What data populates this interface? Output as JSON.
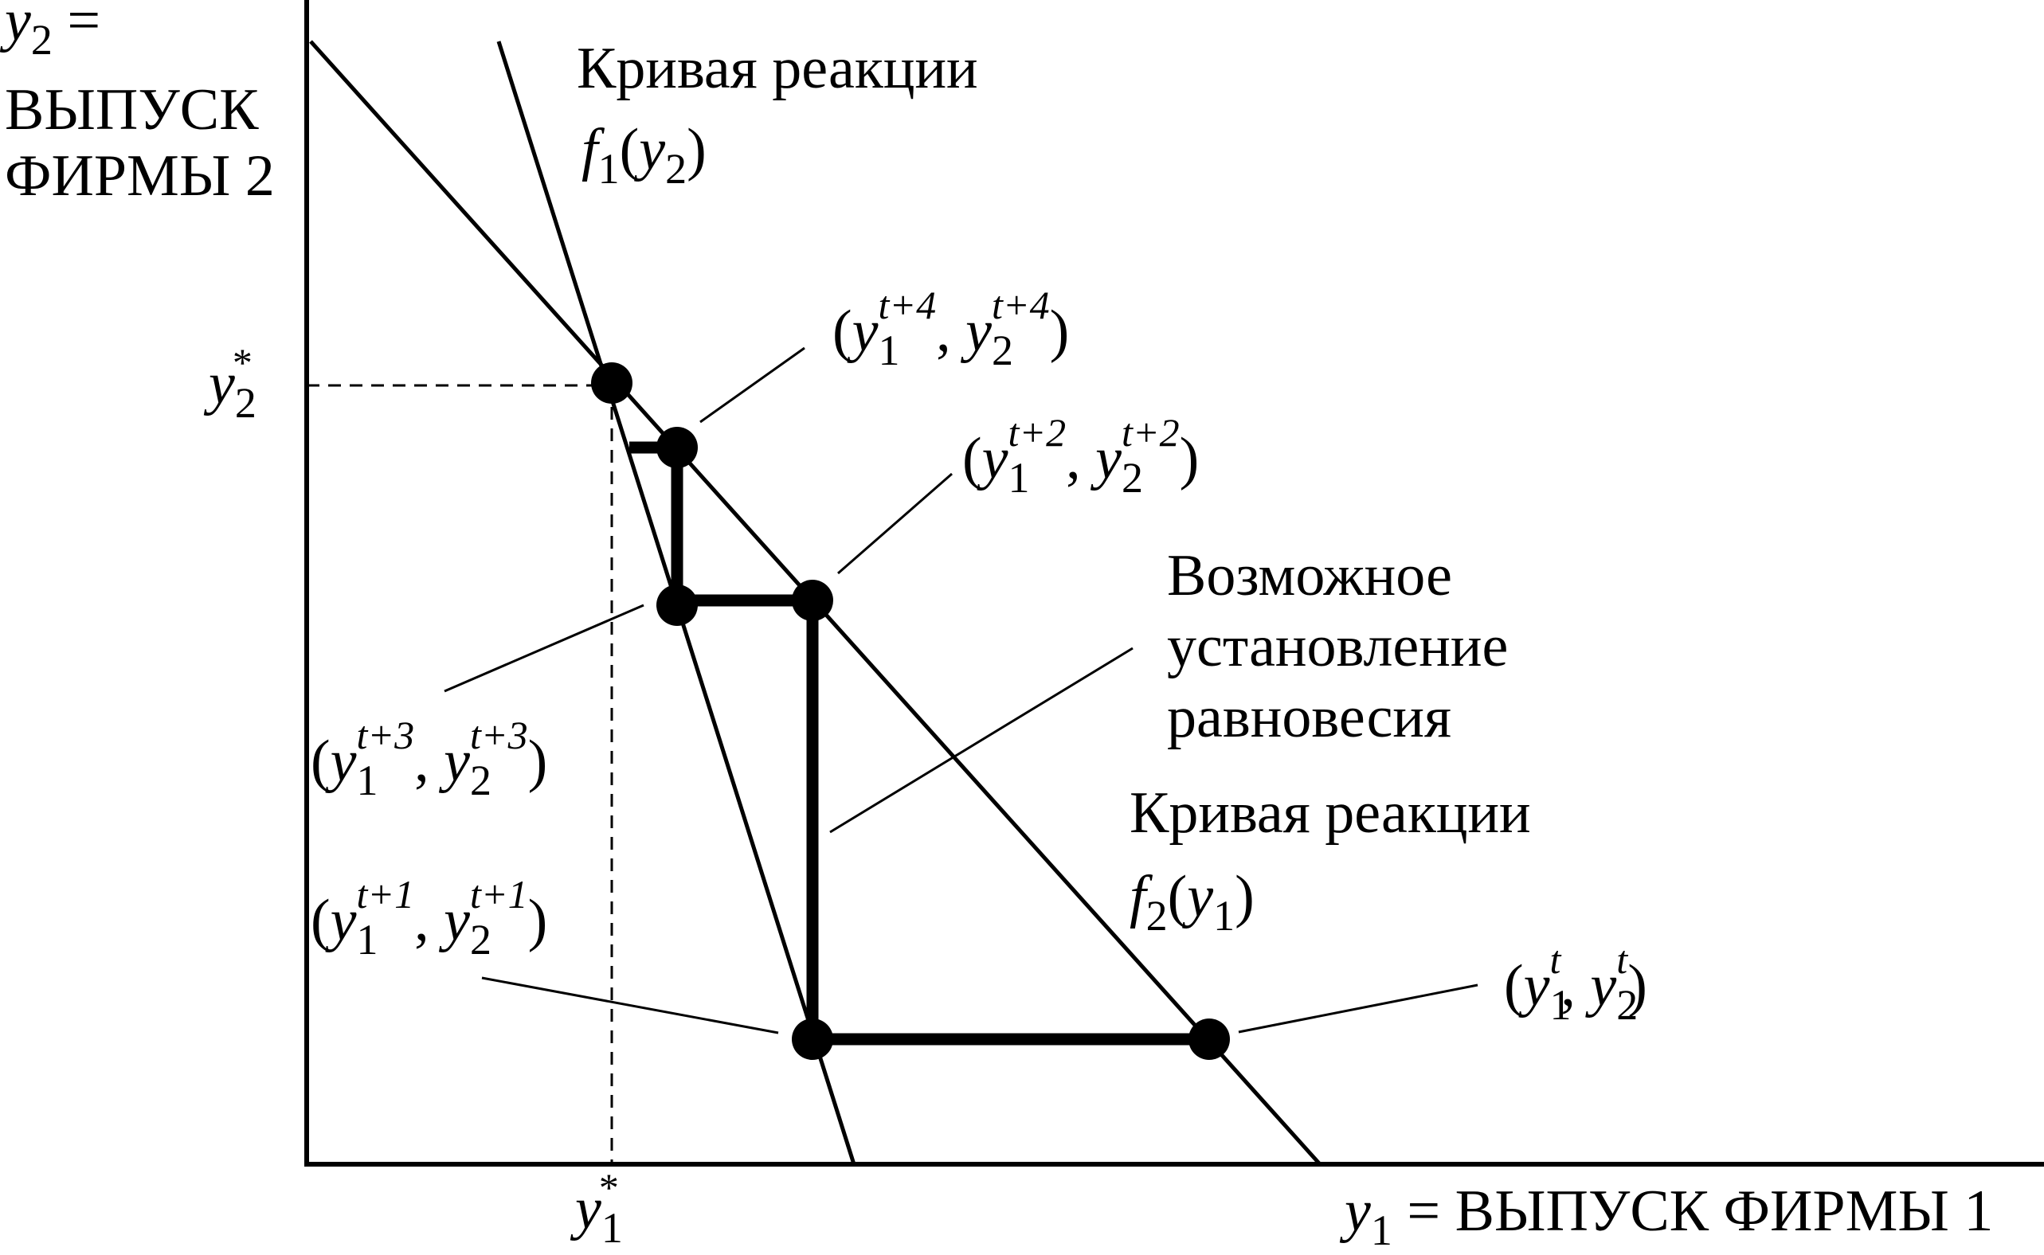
{
  "axes": {
    "y_axis_label": {
      "var": "y",
      "sub": "2",
      "eq": " =",
      "line2": "ВЫПУСК",
      "line3": "ФИРМЫ 2"
    },
    "x_axis_label": {
      "var": "y",
      "sub": "1",
      "text": " = ВЫПУСК ФИРМЫ 1"
    },
    "y_star": {
      "var": "y",
      "sub": "2",
      "star": "*"
    },
    "x_star": {
      "var": "y",
      "sub": "1",
      "star": "*"
    }
  },
  "curves": {
    "f1": {
      "title": "Кривая реакции",
      "fn": "f",
      "fn_sub": "1",
      "open": "(",
      "arg": "y",
      "arg_sub": "2",
      "close": ")"
    },
    "f2": {
      "title": "Кривая реакции",
      "fn": "f",
      "fn_sub": "2",
      "open": "(",
      "arg": "y",
      "arg_sub": "1",
      "close": ")"
    }
  },
  "annotation": {
    "line1": "Возможное",
    "line2": "установление",
    "line3": "равновесия"
  },
  "points": {
    "t": {
      "open": "(",
      "v1": "y",
      "s1": "1",
      "p1": "t",
      "comma": ", ",
      "v2": "y",
      "s2": "2",
      "p2": "t",
      "close": ")"
    },
    "t1": {
      "open": "(",
      "v1": "y",
      "s1": "1",
      "p1": "t+1",
      "comma": ", ",
      "v2": "y",
      "s2": "2",
      "p2": "t+1",
      "close": ")"
    },
    "t2": {
      "open": "(",
      "v1": "y",
      "s1": "1",
      "p1": "t+2",
      "comma": ", ",
      "v2": "y",
      "s2": "2",
      "p2": "t+2",
      "close": ")"
    },
    "t3": {
      "open": "(",
      "v1": "y",
      "s1": "1",
      "p1": "t+3",
      "comma": ", ",
      "v2": "y",
      "s2": "2",
      "p2": "t+3",
      "close": ")"
    },
    "t4": {
      "open": "(",
      "v1": "y",
      "s1": "1",
      "p1": "t+4",
      "comma": ", ",
      "v2": "y",
      "s2": "2",
      "p2": "t+4",
      "close": ")"
    }
  }
}
